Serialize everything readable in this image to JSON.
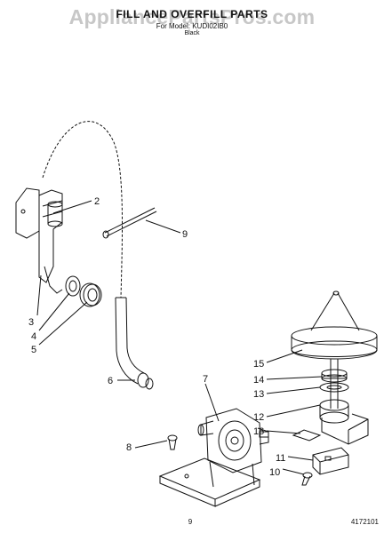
{
  "header": {
    "title": "FILL AND OVERFILL PARTS",
    "watermark": "AppliancePartsPros.com",
    "subtitle": "For Model: KUDI02IB0",
    "color_variant": "Black"
  },
  "callouts": {
    "c2": "2",
    "c3": "3",
    "c4": "4",
    "c5": "5",
    "c6": "6",
    "c7": "7",
    "c8": "8",
    "c9": "9",
    "c10": "10",
    "c11": "11",
    "c12": "12",
    "c13": "13",
    "c14": "14",
    "c15": "15",
    "c16": "16"
  },
  "footer": {
    "page_number": "9",
    "document_code": "4172101"
  }
}
